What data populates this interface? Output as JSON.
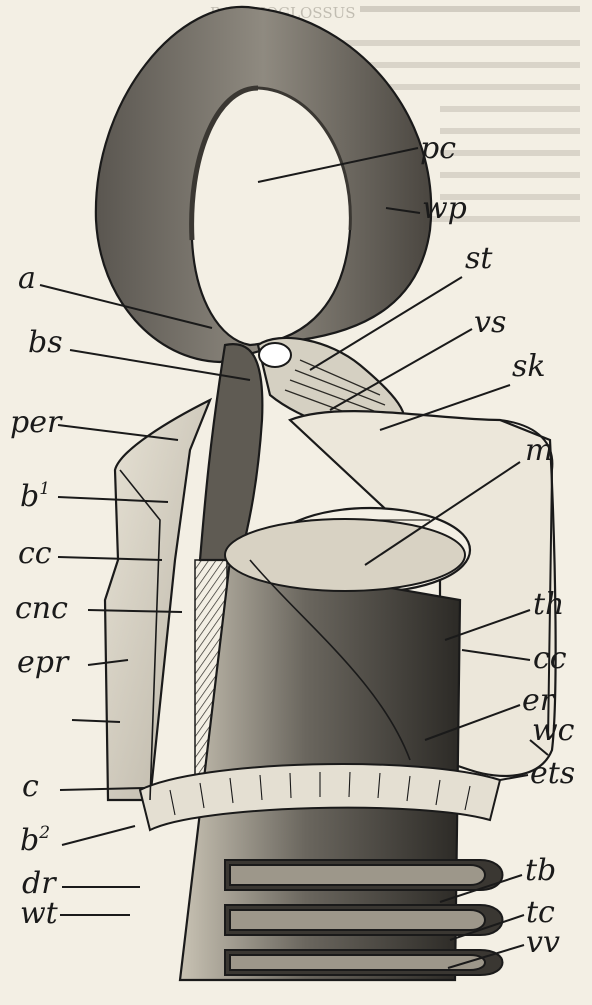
{
  "header_fragment": "BALANOGLOSSUS",
  "labels": {
    "pc": "pc",
    "wp": "wp",
    "st": "st",
    "a": "a",
    "vs": "vs",
    "bs": "bs",
    "sk": "sk",
    "per": "per",
    "m": "m",
    "b1": "b",
    "b1_sup": "1",
    "cc_left": "cc",
    "cnc": "cnc",
    "th": "th",
    "cc_right": "cc",
    "er": "er",
    "epr": "epr",
    "wc": "wc",
    "c": "c",
    "ets": "ets",
    "b2": "b",
    "b2_sup": "2",
    "dr": "dr",
    "tb": "tb",
    "wt": "wt",
    "tc": "tc",
    "vv": "vv"
  },
  "colors": {
    "paper": "#f3efe4",
    "ink": "#1a1a1a",
    "shade": "#6e6a62",
    "light": "#d9d4c6"
  }
}
